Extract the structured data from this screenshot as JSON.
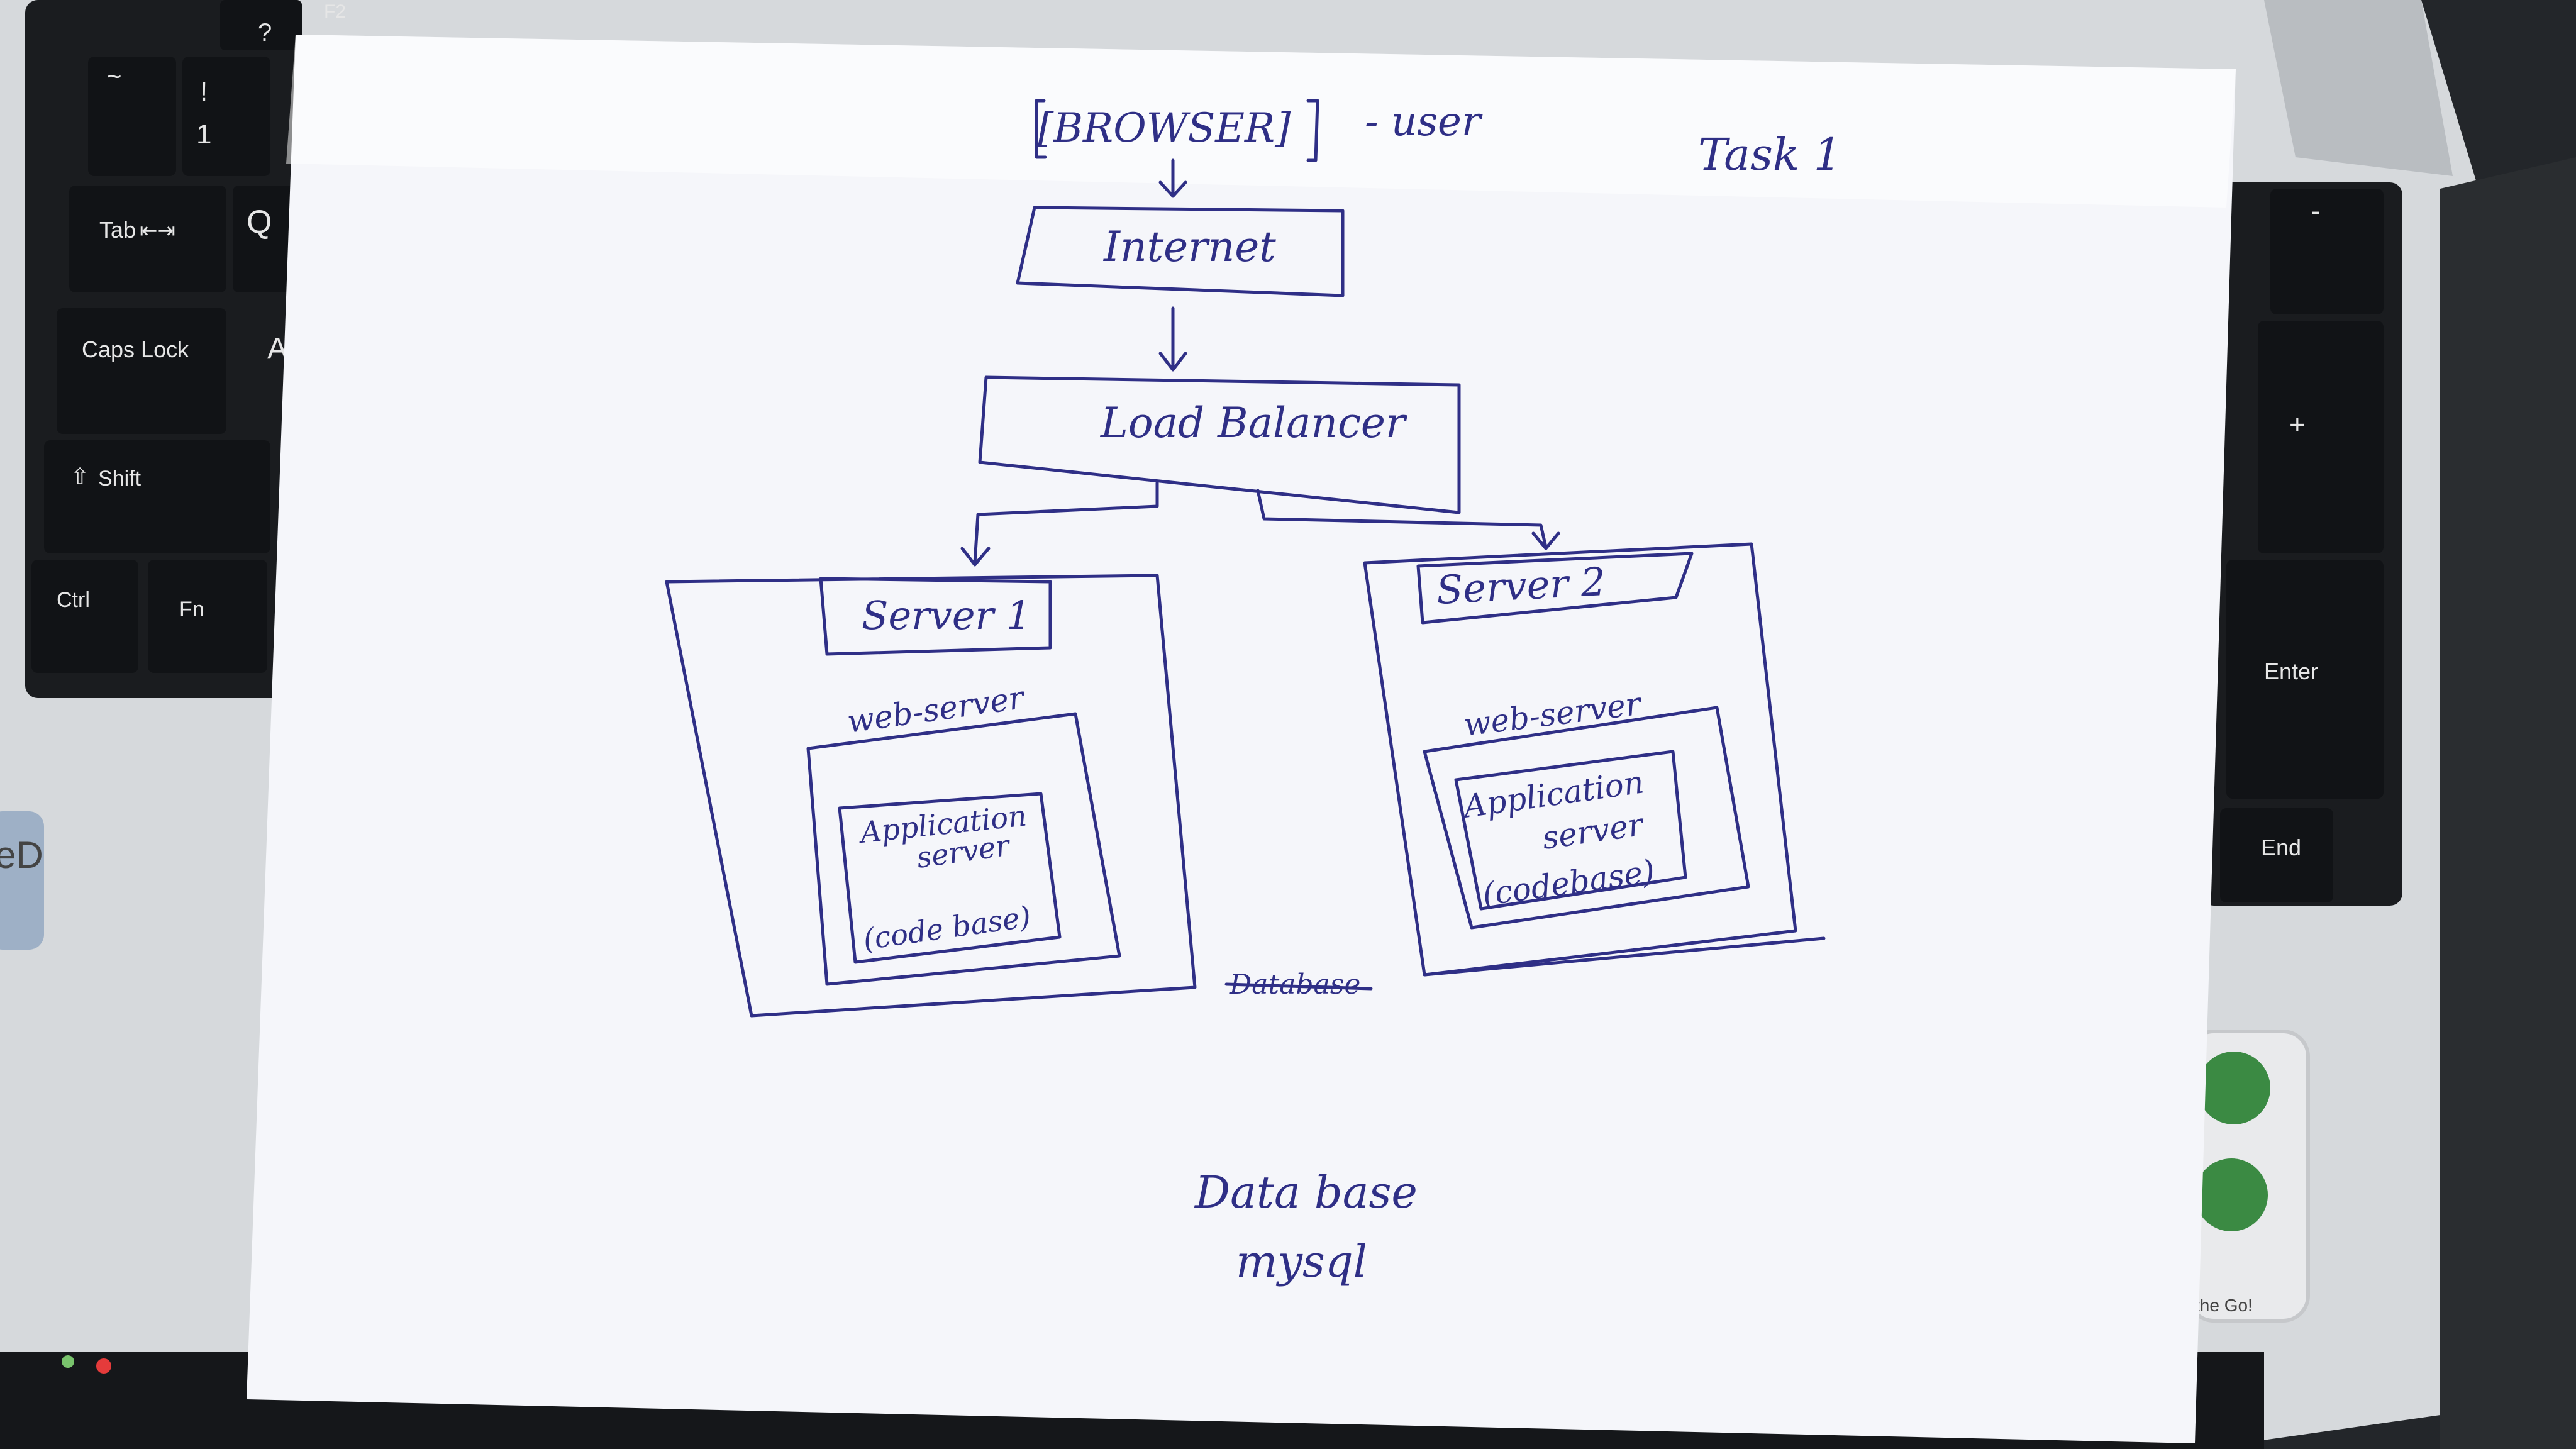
{
  "colors": {
    "ink": "#2f2f86",
    "paper": "#f5f6fa",
    "laptop_body": "#d9dcdf",
    "keys": "#1c1e21"
  },
  "keyboard": {
    "left_keys": [
      "?",
      "~",
      "!",
      "1",
      "Tab",
      "Q",
      "Caps Lock",
      "A",
      "Shift",
      "Ctrl",
      "Fn"
    ],
    "right_keys": [
      "-",
      "+",
      "Enter",
      "End"
    ],
    "function_keys": [
      "F2"
    ]
  },
  "stickers": {
    "brand_fragment": "eD",
    "tagline": "the Go!"
  },
  "diagram": {
    "browser": "[BROWSER]",
    "user": "- user",
    "task": "Task 1",
    "internet": "Internet",
    "load_balancer": "Load Balancer",
    "server1": {
      "title": "Server 1",
      "web_server": "web-server",
      "app_line1": "Application",
      "app_line2": "server",
      "app_line3": "(code base)"
    },
    "server2": {
      "title": "Server 2",
      "web_server": "web-server",
      "app_line1": "Application",
      "app_line2": "server",
      "app_line3": "(codebase)"
    },
    "struck_word": "Database",
    "database": "Data base",
    "mysql": "mysql"
  }
}
